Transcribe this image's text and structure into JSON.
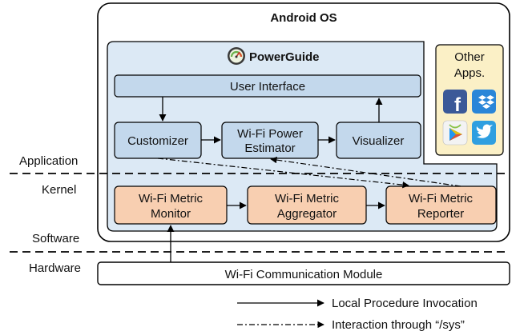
{
  "title": "Android OS",
  "app_name": "PowerGuide",
  "boxes": {
    "user_interface": "User Interface",
    "customizer": "Customizer",
    "estimator_line1": "Wi-Fi Power",
    "estimator_line2": "Estimator",
    "visualizer": "Visualizer",
    "monitor_line1": "Wi-Fi Metric",
    "monitor_line2": "Monitor",
    "aggregator_line1": "Wi-Fi Metric",
    "aggregator_line2": "Aggregator",
    "reporter_line1": "Wi-Fi Metric",
    "reporter_line2": "Reporter",
    "comm_module": "Wi-Fi Communication Module"
  },
  "other_apps": {
    "line1": "Other",
    "line2": "Apps."
  },
  "other_app_icons": [
    "facebook-icon",
    "dropbox-icon",
    "google-play-icon",
    "twitter-icon"
  ],
  "layers": {
    "application": "Application",
    "kernel": "Kernel",
    "software": "Software",
    "hardware": "Hardware"
  },
  "legend": {
    "solid": "Local Procedure Invocation",
    "dashdot": "Interaction through “/sys”"
  },
  "colors": {
    "app_box_fill": "#dce9f5",
    "app_module_fill": "#c3d8ec",
    "kernel_module_fill": "#f8cfb1",
    "other_apps_fill": "#fbf0c6",
    "facebook": "#3b5998",
    "dropbox": "#2a86d8",
    "twitter": "#2f9fe0"
  }
}
